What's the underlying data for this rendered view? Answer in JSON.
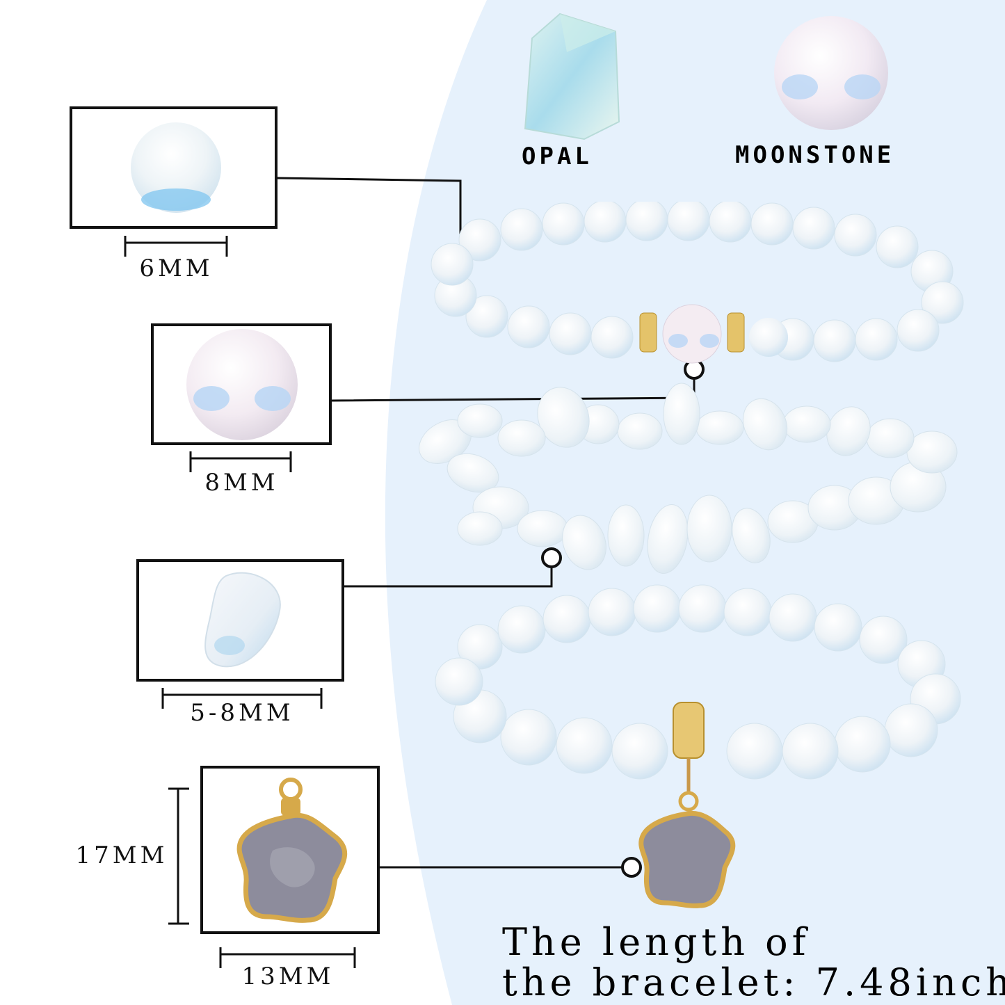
{
  "stone_labels": {
    "opal": "OPAL",
    "moonstone": "MOONSTONE"
  },
  "dimensions": {
    "opal_round_bead": "6MM",
    "moonstone_bead": "8MM",
    "opal_chip": "5-8MM",
    "pendant_height": "17MM",
    "pendant_width": "13MM"
  },
  "bracelet_length": {
    "line1": "The length of",
    "line2": "the bracelet: 7.48inch"
  },
  "colors": {
    "background_panel": "#e6f1fc",
    "outline": "#111111",
    "gold": "#d6a94a",
    "druzy": "#8d8c9c"
  }
}
